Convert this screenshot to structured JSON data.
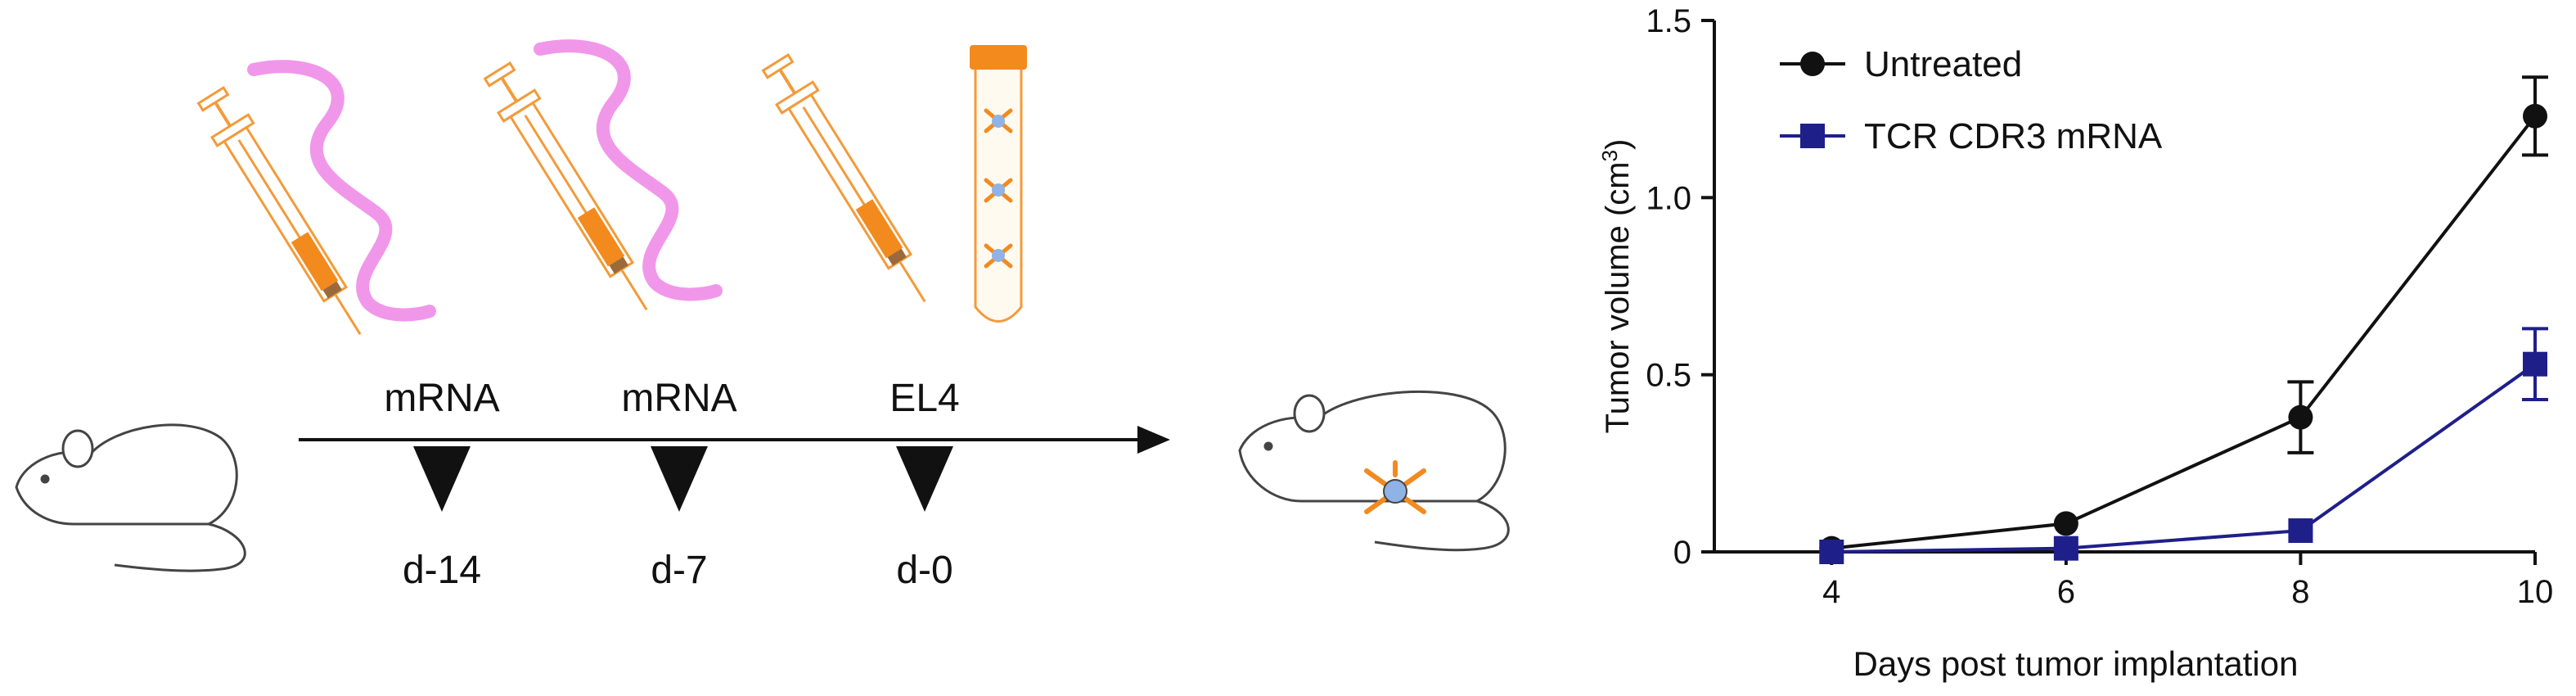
{
  "schedule": {
    "steps": [
      {
        "label": "mRNA",
        "day": "d-14"
      },
      {
        "label": "mRNA",
        "day": "d-7"
      },
      {
        "label": "EL4",
        "day": "d-0"
      }
    ]
  },
  "colors": {
    "mrna_ribbon": "#f08ce8",
    "syringe": "#f29b3a",
    "tube_cap": "#f28a1e",
    "antibody": "#f28a1e",
    "cell": "#8fb3e6",
    "untreated": "#111111",
    "treated": "#1f1f8a"
  },
  "icons": [
    "mouse-icon",
    "syringe-icon",
    "mrna-ribbon-icon",
    "test-tube-icon",
    "tumor-mouse-icon"
  ],
  "chart_data": {
    "type": "line",
    "xlabel": "Days post tumor implantation",
    "ylabel": "Tumor volume (cm",
    "ylabel_sup": "3",
    "ylabel_close": ")",
    "xlim": [
      3,
      10
    ],
    "ylim": [
      0,
      1.5
    ],
    "xticks": [
      "4",
      "6",
      "8",
      "10"
    ],
    "yticks": [
      "0",
      "0.5",
      "1.0",
      "1.5"
    ],
    "xtick_values": [
      4,
      6,
      8,
      10
    ],
    "ytick_values": [
      0,
      0.5,
      1.0,
      1.5
    ],
    "legend_position": "top-left",
    "x": [
      4,
      6,
      8,
      10
    ],
    "series": [
      {
        "name": "Untreated",
        "marker": "circle",
        "color": "#111111",
        "values": [
          0.01,
          0.08,
          0.38,
          1.23
        ],
        "errors": [
          0.0,
          0.0,
          0.1,
          0.11
        ]
      },
      {
        "name": "TCR CDR3 mRNA",
        "marker": "square",
        "color": "#1f1f8a",
        "values": [
          0.0,
          0.01,
          0.06,
          0.53
        ],
        "errors": [
          0.0,
          0.0,
          0.0,
          0.1
        ]
      }
    ]
  }
}
